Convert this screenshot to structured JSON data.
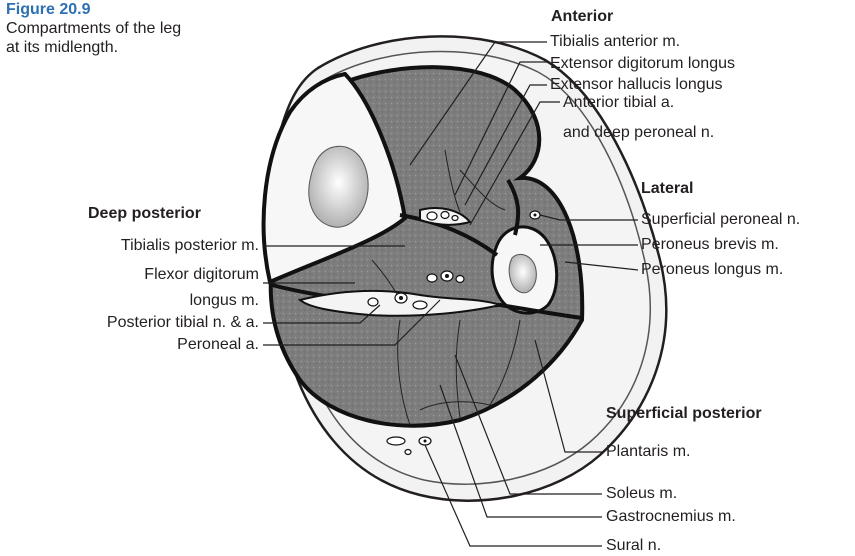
{
  "figure": {
    "number": "Figure 20.9",
    "caption_line1": "Compartments of the leg",
    "caption_line2": "at its midlength."
  },
  "headings": {
    "anterior": "Anterior",
    "lateral": "Lateral",
    "deep_posterior": "Deep posterior",
    "superficial_posterior": "Superficial posterior"
  },
  "labels": {
    "tibialis_anterior": "Tibialis anterior m.",
    "extensor_digitorum_longus": "Extensor digitorum longus",
    "extensor_hallucis_longus": "Extensor hallucis longus",
    "anterior_tibial_a": "Anterior tibial a.",
    "deep_peroneal_n": "and deep peroneal n.",
    "superficial_peroneal_n": "Superficial peroneal n.",
    "peroneus_brevis": "Peroneus brevis m.",
    "peroneus_longus": "Peroneus longus m.",
    "tibialis_posterior": "Tibialis posterior m.",
    "flexor_digitorum_1": "Flexor digitorum",
    "flexor_digitorum_2": "longus m.",
    "posterior_tibial": "Posterior tibial n. & a.",
    "peroneal_a": "Peroneal a.",
    "plantaris": "Plantaris m.",
    "soleus": "Soleus m.",
    "gastrocnemius": "Gastrocnemius m.",
    "sural_n": "Sural n."
  },
  "colors": {
    "figure_label": "#2f6fb3",
    "muscle": "#7d7d7d",
    "skin": "#f2f2f2",
    "bone": "#f7f7f7"
  }
}
